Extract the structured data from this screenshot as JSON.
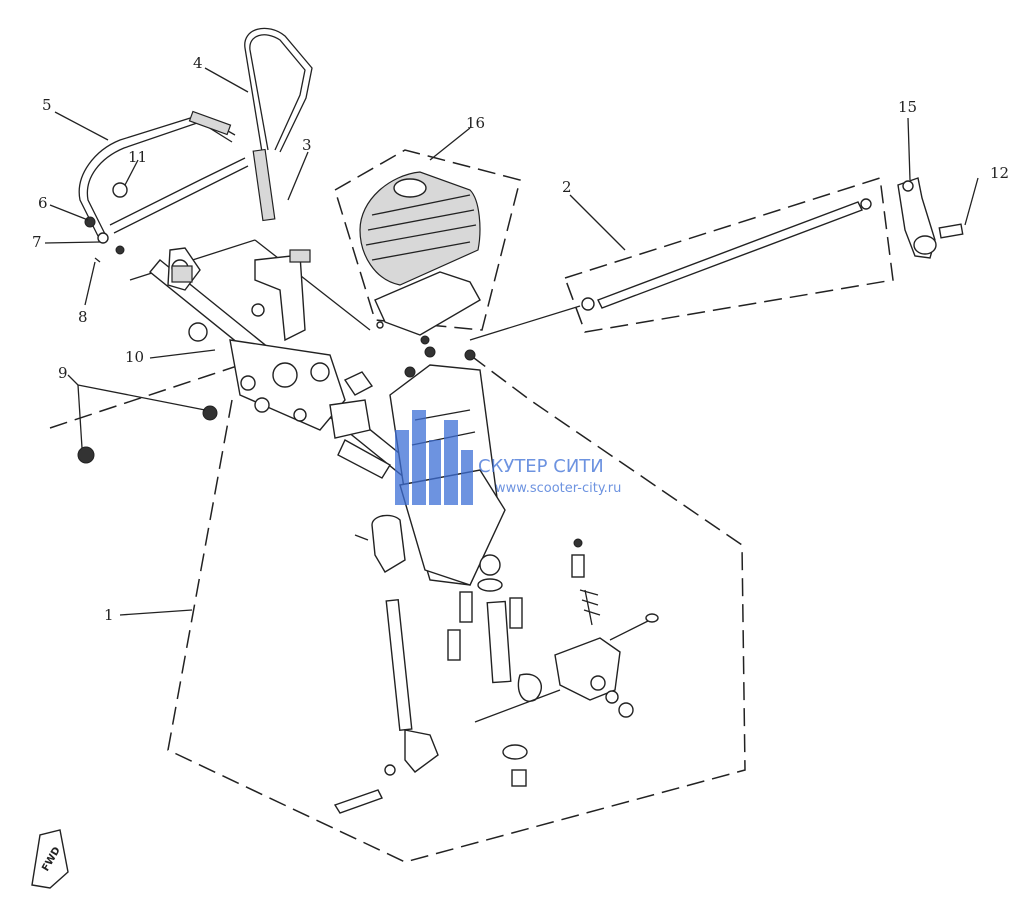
{
  "diagram": {
    "callouts": [
      "1",
      "2",
      "3",
      "4",
      "5",
      "6",
      "7",
      "8",
      "9",
      "10",
      "11",
      "12",
      "15",
      "16"
    ],
    "direction_marker": "FWD"
  },
  "watermark": {
    "title": "СКУТЕР СИТИ",
    "url": "www.scooter-city.ru",
    "color": "#3d6fd6"
  }
}
